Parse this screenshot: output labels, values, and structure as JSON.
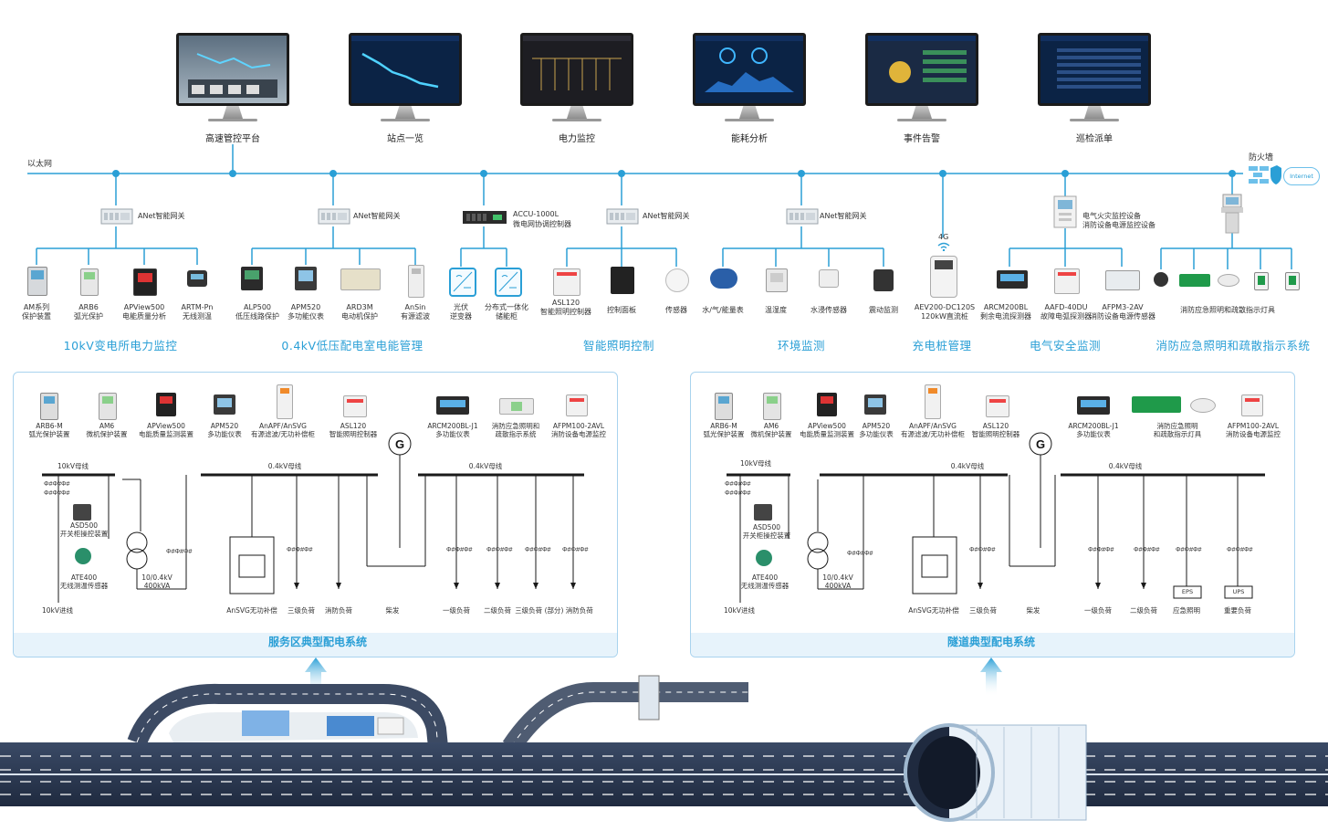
{
  "monitors": [
    {
      "label": "高速管控平台"
    },
    {
      "label": "站点一览"
    },
    {
      "label": "电力监控"
    },
    {
      "label": "能耗分析"
    },
    {
      "label": "事件告警"
    },
    {
      "label": "巡检派单"
    }
  ],
  "network": {
    "ethernet": "以太网",
    "firewall": "防火墙",
    "internet": "Internet"
  },
  "gateways": {
    "g1": "ANet智能网关",
    "g2": "ANet智能网关",
    "g3_l1": "ACCU-1000L",
    "g3_l2": "微电网协调控制器",
    "g4": "ANet智能网关",
    "g5": "ANet智能网关",
    "g6_l1": "电气火灾监控设备",
    "g6_l2": "消防设备电源监控设备",
    "fourg": "4G"
  },
  "devices": [
    {
      "l1": "AM系列",
      "l2": "保护装置"
    },
    {
      "l1": "ARB6",
      "l2": "弧光保护"
    },
    {
      "l1": "APView500",
      "l2": "电能质量分析"
    },
    {
      "l1": "ARTM-Pn",
      "l2": "无线测温"
    },
    {
      "l1": "ALP500",
      "l2": "低压线路保护"
    },
    {
      "l1": "APM520",
      "l2": "多功能仪表"
    },
    {
      "l1": "ARD3M",
      "l2": "电动机保护"
    },
    {
      "l1": "AnSin",
      "l2": "有源滤波"
    },
    {
      "l1": "光伏",
      "l2": "逆变器"
    },
    {
      "l1": "分布式一体化",
      "l2": "储能柜"
    },
    {
      "l1": "ASL120",
      "l2": "智能照明控制器"
    },
    {
      "l1": "控制面板",
      "l2": ""
    },
    {
      "l1": "传感器",
      "l2": ""
    },
    {
      "l1": "水/气/能量表",
      "l2": ""
    },
    {
      "l1": "温湿度",
      "l2": ""
    },
    {
      "l1": "水浸传感器",
      "l2": ""
    },
    {
      "l1": "震动监测",
      "l2": ""
    },
    {
      "l1": "AEV200-DC120S",
      "l2": "120kW直流桩"
    },
    {
      "l1": "ARCM200BL",
      "l2": "剩余电流探测器"
    },
    {
      "l1": "AAFD-40DU",
      "l2": "故障电弧探测器"
    },
    {
      "l1": "AFPM3-2AV",
      "l2": "消防设备电源传感器"
    },
    {
      "l1": "消防应急照明和疏散指示灯具",
      "l2": ""
    }
  ],
  "sections": [
    {
      "label": "10kV变电所电力监控"
    },
    {
      "label": "0.4kV低压配电室电能管理"
    },
    {
      "label": "智能照明控制"
    },
    {
      "label": "环境监测"
    },
    {
      "label": "充电桩管理"
    },
    {
      "label": "电气安全监测"
    },
    {
      "label": "消防应急照明和疏散指示系统"
    }
  ],
  "left_panel": {
    "title": "服务区典型配电系统",
    "devices": [
      {
        "l1": "ARB6-M",
        "l2": "弧光保护装置"
      },
      {
        "l1": "AM6",
        "l2": "微机保护装置"
      },
      {
        "l1": "APView500",
        "l2": "电能质量监测装置"
      },
      {
        "l1": "APM520",
        "l2": "多功能仪表"
      },
      {
        "l1": "AnAPF/AnSVG",
        "l2": "有源滤波/无功补偿柜"
      },
      {
        "l1": "ASL120",
        "l2": "智能照明控制器"
      },
      {
        "l1": "ARCM200BL-J1",
        "l2": "多功能仪表"
      },
      {
        "l1": "消防应急照明和",
        "l2": "疏散指示系统"
      },
      {
        "l1": "AFPM100-2AVL",
        "l2": "消防设备电源监控"
      }
    ],
    "bus_10kv": "10kV母线",
    "bus_04_a": "0.4kV母线",
    "bus_04_b": "0.4kV母线",
    "asd_l1": "ASD500",
    "asd_l2": "开关柜操控装置",
    "ate_l1": "ATE400",
    "ate_l2": "无线测温传感器",
    "xfmr_l1": "10/0.4kV",
    "xfmr_l2": "400kVA",
    "incoming": "10kV进线",
    "gen": "G",
    "loads": [
      "AnSVG无功补偿",
      "三级负荷",
      "消防负荷",
      "柴发",
      "一级负荷",
      "二级负荷",
      "三级负荷 (部分) 消防负荷"
    ]
  },
  "right_panel": {
    "title": "隧道典型配电系统",
    "devices": [
      {
        "l1": "ARB6-M",
        "l2": "弧光保护装置"
      },
      {
        "l1": "AM6",
        "l2": "微机保护装置"
      },
      {
        "l1": "APView500",
        "l2": "电能质量监测装置"
      },
      {
        "l1": "APM520",
        "l2": "多功能仪表"
      },
      {
        "l1": "AnAPF/AnSVG",
        "l2": "有源滤波/无功补偿柜"
      },
      {
        "l1": "ASL120",
        "l2": "智能照明控制器"
      },
      {
        "l1": "ARCM200BL-J1",
        "l2": "多功能仪表"
      },
      {
        "l1": "消防应急照明",
        "l2": "和疏散指示灯具"
      },
      {
        "l1": "AFPM100-2AVL",
        "l2": "消防设备电源监控"
      }
    ],
    "bus_10kv": "10kV母线",
    "bus_04_a": "0.4kV母线",
    "bus_04_b": "0.4kV母线",
    "asd_l1": "ASD500",
    "asd_l2": "开关柜操控装置",
    "ate_l1": "ATE400",
    "ate_l2": "无线测温传感器",
    "xfmr_l1": "10/0.4kV",
    "xfmr_l2": "400kVA",
    "incoming": "10kV进线",
    "gen": "G",
    "eps": "EPS",
    "ups": "UPS",
    "loads": [
      "AnSVG无功补偿",
      "三级负荷",
      "柴发",
      "一级负荷",
      "二级负荷",
      "应急照明",
      "重要负荷"
    ]
  },
  "colors": {
    "accent": "#2a9fd6",
    "line": "#2a9fd6",
    "bus": "#1a1a1a",
    "road": "#2b3a55"
  }
}
